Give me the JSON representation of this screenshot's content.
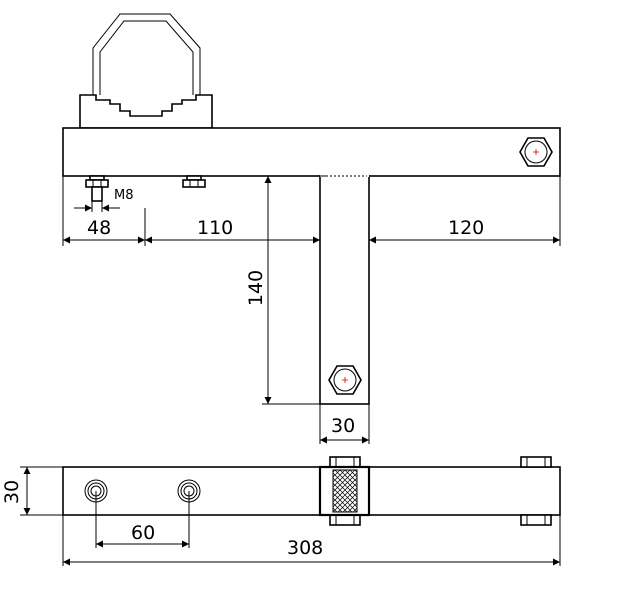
{
  "drawing": {
    "dimensions": {
      "a": "48",
      "b": "110",
      "c": "120",
      "d": "140",
      "e": "30",
      "f": "30",
      "g": "60",
      "h": "308"
    },
    "thread": "M8"
  }
}
